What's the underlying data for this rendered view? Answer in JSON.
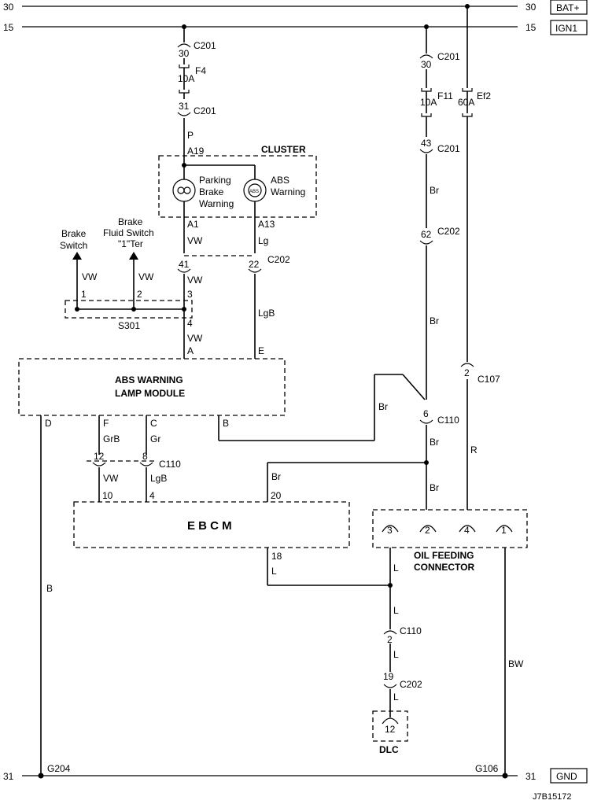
{
  "rails": {
    "top_left_num": "30",
    "top_right_num": "30",
    "top_name": "BAT+",
    "ign_left_num": "15",
    "ign_right_num": "15",
    "ign_name": "IGN1",
    "gnd_left_num": "31",
    "gnd_right_num": "31",
    "gnd_name": "GND"
  },
  "components": {
    "cluster": "CLUSTER",
    "parking_lines": [
      "Parking",
      "Brake",
      "Warning"
    ],
    "abs_lines": [
      "ABS",
      "Warning"
    ],
    "abs_icon": "ABS",
    "abs_module_lines": [
      "ABS WARNING",
      "LAMP MODULE"
    ],
    "ebcm": "E B C M",
    "oil_lines": [
      "OIL FEEDING",
      "CONNECTOR"
    ],
    "dlc": "DLC",
    "brake_switch_lines": [
      "Brake",
      "Switch"
    ],
    "fluid_switch_lines": [
      "Brake",
      "Fluid Switch",
      "\"1\"Ter"
    ],
    "splice": "S301",
    "g204": "G204",
    "g106": "G106"
  },
  "fuses": {
    "f4_amp": "10A",
    "f4_name": "F4",
    "f11_amp": "10A",
    "f11_name": "F11",
    "ef2_amp": "60A",
    "ef2_name": "Ef2"
  },
  "connectors": {
    "c201_30a": "30",
    "c201_31": "31",
    "c201_30b": "30",
    "c201_43": "43",
    "c201": "C201",
    "c202": "C202",
    "c202_62": "62",
    "c202_41": "41",
    "c202_22": "22",
    "c202_19": "19",
    "c107": "C107",
    "c107_2": "2",
    "c110": "C110",
    "c110_6": "6",
    "c110_12": "12",
    "c110_8": "8",
    "c110_2": "2",
    "oil_3": "3",
    "oil_2": "2",
    "oil_4": "4",
    "oil_1": "1",
    "dlc_12": "12"
  },
  "pins": {
    "a19": "A19",
    "a1": "A1",
    "a13": "A13",
    "p1": "1",
    "p2": "2",
    "p3": "3",
    "p4": "4",
    "mod_a": "A",
    "mod_e": "E",
    "mod_d": "D",
    "mod_f": "F",
    "mod_c": "C",
    "mod_b": "B",
    "e10": "10",
    "e4": "4",
    "e20": "20",
    "e18": "18"
  },
  "wires": {
    "p": "P",
    "vw": "VW",
    "lg": "Lg",
    "lgb": "LgB",
    "br": "Br",
    "r": "R",
    "grb": "GrB",
    "gr": "Gr",
    "b": "B",
    "l": "L",
    "bw": "BW"
  },
  "diagram_code": "J7B15172"
}
